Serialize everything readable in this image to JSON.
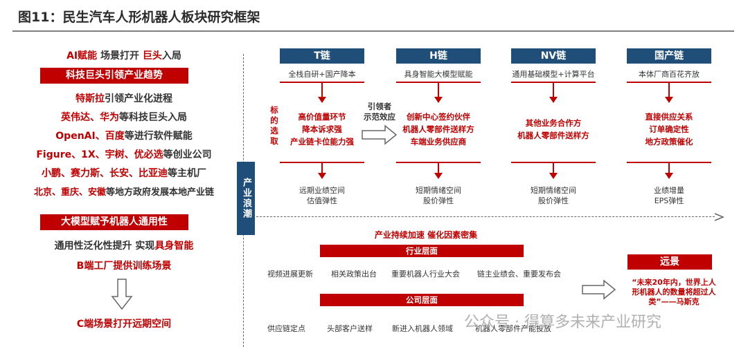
{
  "title": "图11：民生汽车人形机器人板块研究框架",
  "left": {
    "top_line": [
      "AI赋能 ",
      "场景打开 ",
      "巨头",
      "入局"
    ],
    "section1_title": "科技巨头引领产业趋势",
    "lines": [
      {
        "hl": "特斯拉",
        "rest": "引领产业化进程"
      },
      {
        "hl": "英伟达、华为",
        "rest": "等科技巨头入局"
      },
      {
        "hl": "OpenAI、百度",
        "rest": "等进行软件赋能"
      },
      {
        "hl": "Figure、1X、宇树、优必选",
        "rest": "等创业公司"
      },
      {
        "hl": "小鹏、赛力斯、长安、比亚迪",
        "rest": "等主机厂"
      },
      {
        "hl": "北京、重庆、安徽",
        "rest": "等地方政府发展本地产业链"
      }
    ],
    "section2_title": "大模型赋予机器人通用性",
    "line_generalize": {
      "dark": "通用性泛化性提升 实现",
      "hl": "具身智能"
    },
    "line_b2b": "B端工厂提供训练场景",
    "line_c2c": "C端场景打开远期空间"
  },
  "badge": "产业浪潮",
  "selection_label": "标的选取",
  "leader_label": [
    "引领者",
    "示范效应"
  ],
  "chains": [
    {
      "name": "T链",
      "sub": "全栈自研+国产降本",
      "items": [
        "高价值量环节",
        "降本诉求强",
        "产业链卡位能力强"
      ],
      "result": [
        "远期业绩空间",
        "估值弹性"
      ]
    },
    {
      "name": "H链",
      "sub": "具身智能大模型赋能",
      "items": [
        "创新中心签约伙伴",
        "机器人零部件送样方",
        "车端业务供应商"
      ],
      "result": [
        "短期情绪空间",
        "股价弹性"
      ]
    },
    {
      "name": "NV链",
      "sub": "通用基础模型+计算平台",
      "items": [
        "其他业务合作方",
        "机器人零部件送样方"
      ],
      "result": [
        "短期情绪空间",
        "股价弹性"
      ]
    },
    {
      "name": "国产链",
      "sub": "本体厂商百花齐放",
      "items": [
        "直接供应关系",
        "订单确定性",
        "地方政策催化"
      ],
      "result": [
        "业绩增量",
        "EPS弹性"
      ]
    }
  ],
  "catalyst": {
    "headline": "产业持续加速 催化因素密集",
    "industry_label": "行业层面",
    "industry_items": [
      "视频进展更新",
      "相关政策出台",
      "重要机器人行业大会",
      "链主业绩会、重要发布会"
    ],
    "company_label": "公司层面",
    "company_items": [
      "供应链定点",
      "头部客户送样",
      "新进入机器人领域",
      "机器人零部件产能投放"
    ]
  },
  "vision": {
    "label": "远景",
    "quote": [
      "“未来20年内，世界上人",
      "形机器人的数量将超过人",
      "类”——马斯克"
    ]
  },
  "watermark": "公众号 · 得算多未来产业研究",
  "colors": {
    "accent_red": "#c00000",
    "navy": "#1f4e79"
  }
}
